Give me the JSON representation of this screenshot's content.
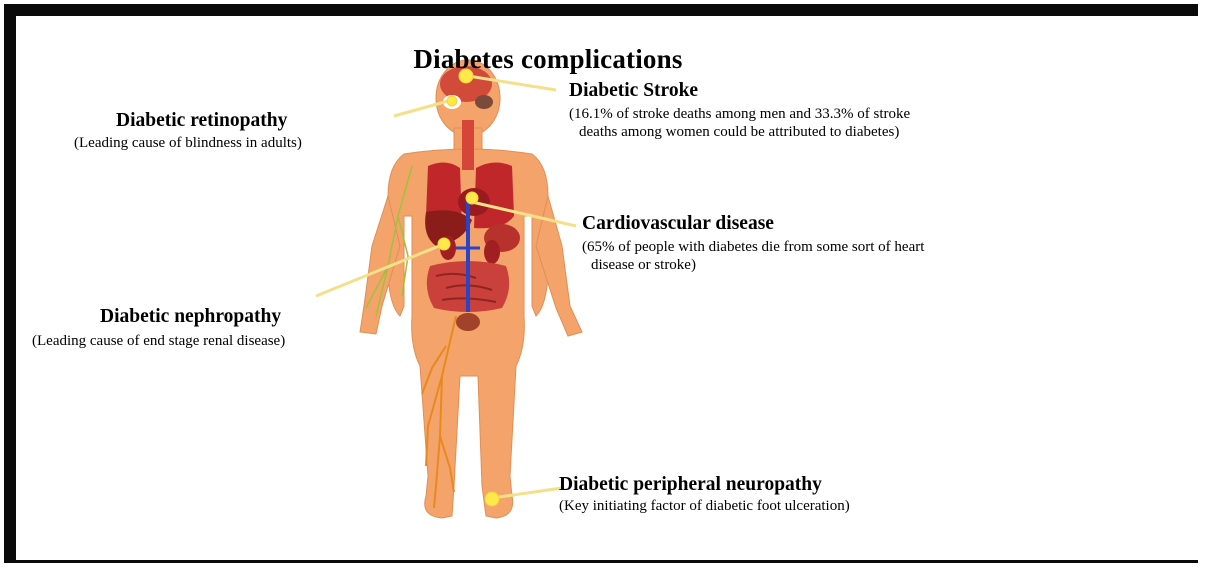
{
  "title": "Diabetes complications",
  "complications": [
    {
      "name": "Diabetic Stroke",
      "detail_lines": [
        "(16.1% of stroke deaths among men and 33.3% of stroke",
        "deaths among women could be attributed to diabetes)"
      ]
    },
    {
      "name": "Diabetic retinopathy",
      "detail_lines": [
        "(Leading cause of blindness in adults)"
      ]
    },
    {
      "name": "Cardiovascular disease",
      "detail_lines": [
        "(65% of people with diabetes die from some sort of heart",
        "disease or stroke)"
      ]
    },
    {
      "name": "Diabetic nephropathy",
      "detail_lines": [
        "(Leading cause of end stage renal disease)"
      ]
    },
    {
      "name": "Diabetic peripheral neuropathy",
      "detail_lines": [
        "(Key initiating factor of diabetic foot ulceration)"
      ]
    }
  ],
  "colors": {
    "frame": "#0a0a0a",
    "skin": "#f4a46a",
    "organ_red": "#b51f22",
    "nerve_orange": "#e8891f",
    "leader_yellow": "#f2e08a",
    "marker_yellow": "#ffe84a",
    "vessel_blue": "#2a44c9"
  },
  "icons": {
    "body": "human-anatomy-figure",
    "marker": "highlight-dot"
  }
}
